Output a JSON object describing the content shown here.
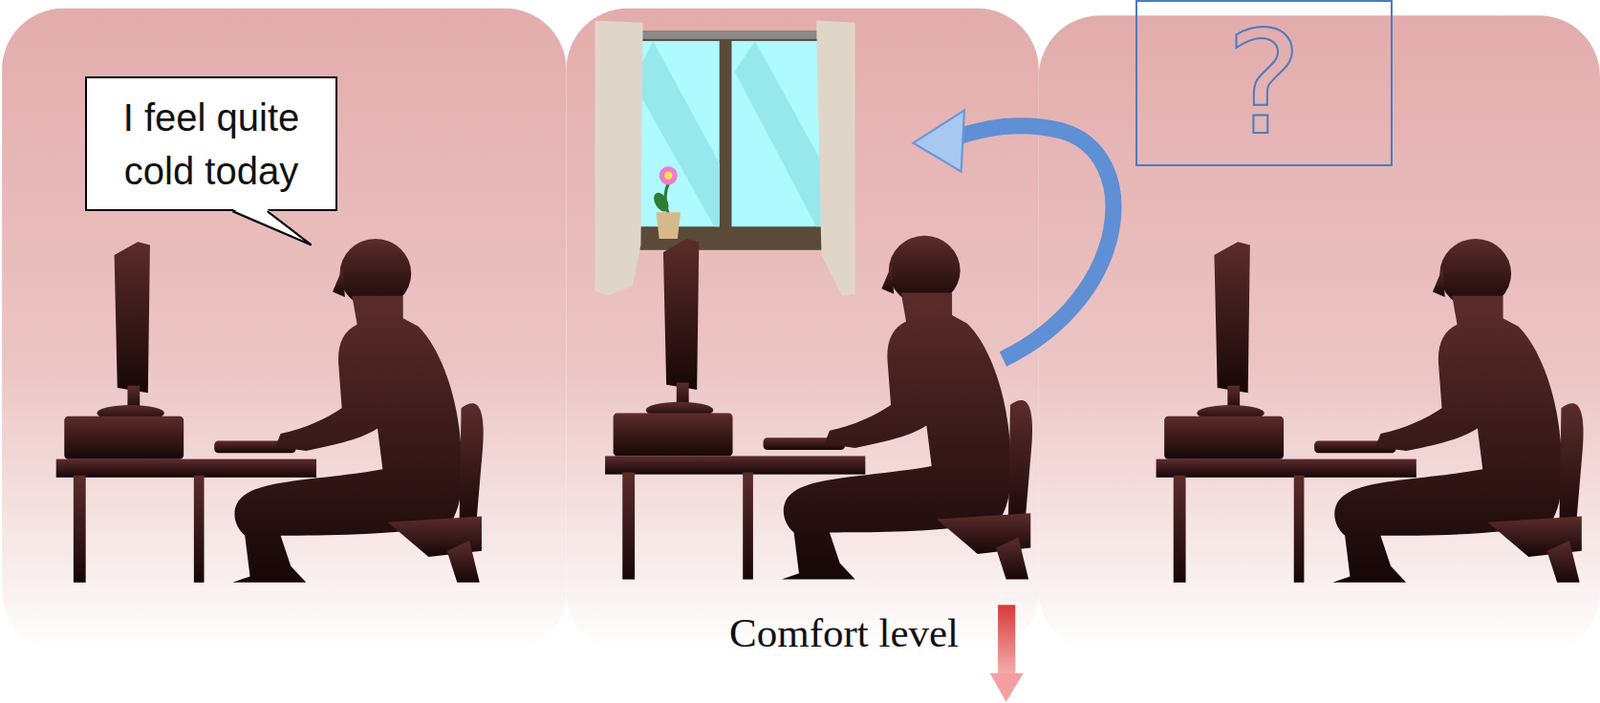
{
  "diagram": {
    "nodes": [
      {
        "text": [
          "I feel quite cold today"
        ]
      },
      {
        "text": [
          "?"
        ]
      }
    ],
    "labels": [
      "Comfort level"
    ]
  }
}
